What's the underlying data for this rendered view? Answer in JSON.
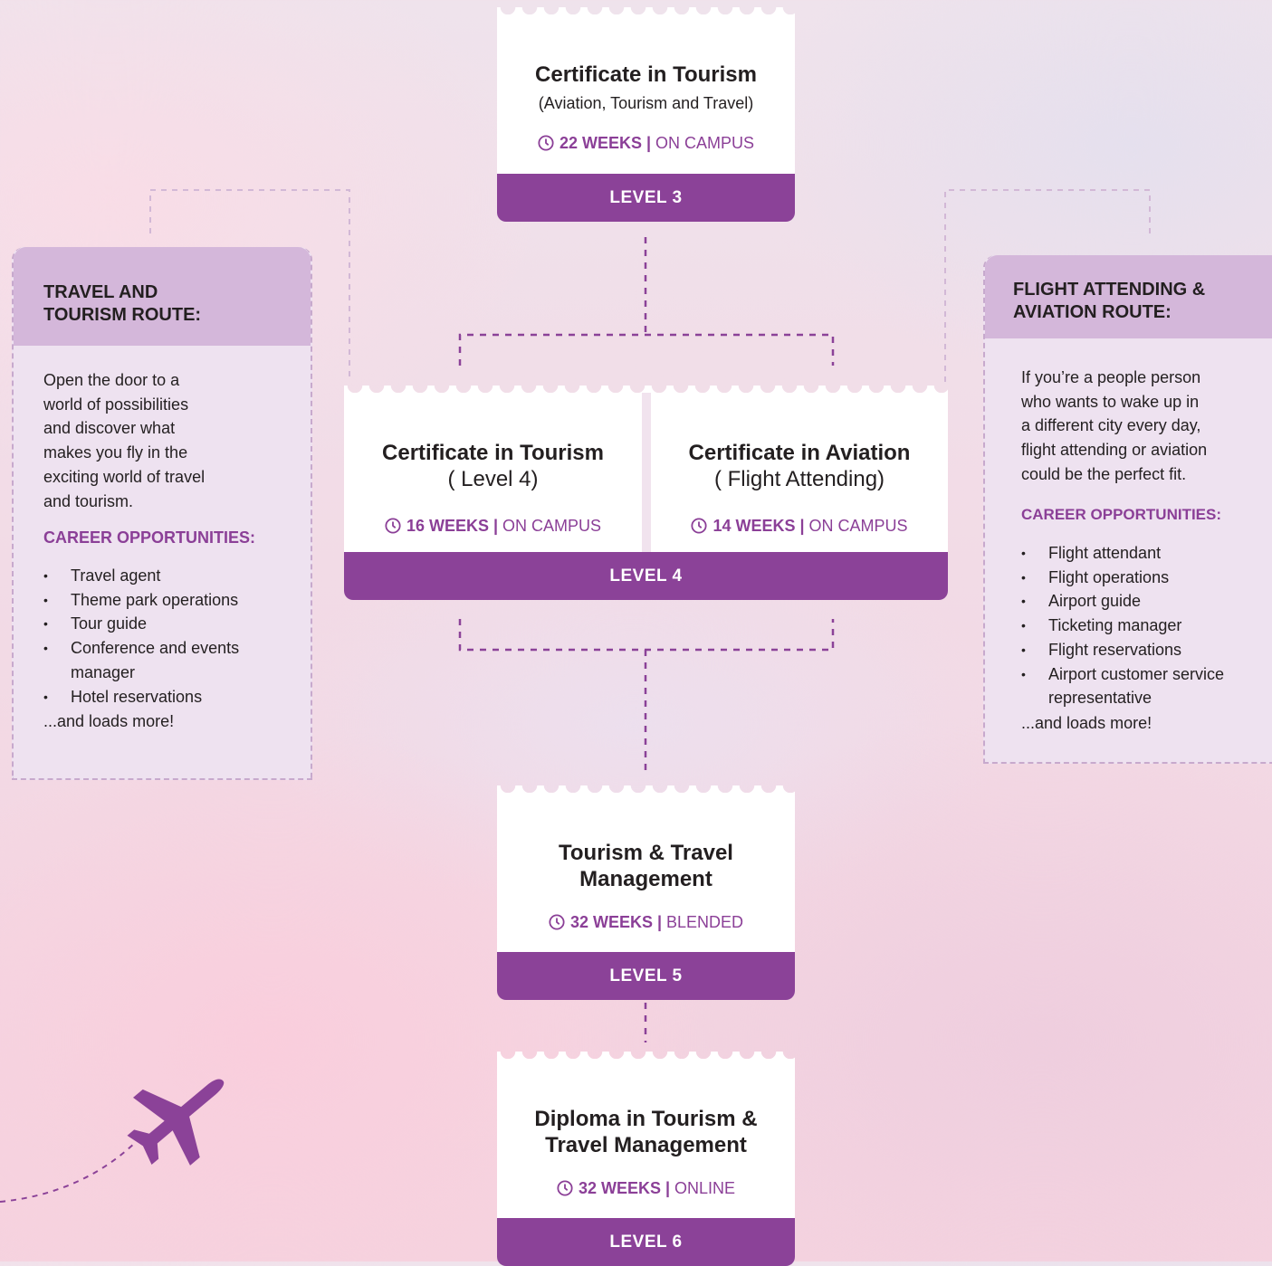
{
  "colors": {
    "accent": "#8b4298",
    "route_header": "#d4b7da",
    "route_body": "#eee2f0"
  },
  "level3": {
    "title": "Certificate in Tourism",
    "subtitle": "(Aviation, Tourism and Travel)",
    "duration": "22 WEEKS |",
    "mode": "ON CAMPUS",
    "level": "LEVEL 3"
  },
  "level4": {
    "left": {
      "title": "Certificate in Tourism",
      "subtitle": "( Level 4)",
      "duration": "16 WEEKS |",
      "mode": "ON CAMPUS"
    },
    "right": {
      "title": "Certificate in Aviation",
      "subtitle": "( Flight Attending)",
      "duration": "14 WEEKS |",
      "mode": "ON CAMPUS"
    },
    "level": "LEVEL 4"
  },
  "level5": {
    "title_line1": "Tourism & Travel",
    "title_line2": "Management",
    "duration": "32 WEEKS |",
    "mode": "BLENDED",
    "level": "LEVEL 5"
  },
  "level6": {
    "title_line1": "Diploma in Tourism &",
    "title_line2": "Travel Management",
    "duration": "32 WEEKS |",
    "mode": "ONLINE",
    "level": "LEVEL 6"
  },
  "travel_route": {
    "title_line1": "TRAVEL AND",
    "title_line2": "TOURISM ROUTE:",
    "description": [
      "Open the door to a",
      "world of possibilities",
      "and discover what",
      "makes you fly in the",
      "exciting world of travel",
      "and tourism."
    ],
    "career_heading": "CAREER OPPORTUNITIES:",
    "careers": [
      "Travel agent",
      "Theme park operations",
      "Tour guide",
      "Conference and events manager",
      "Hotel reservations"
    ],
    "more": "...and loads more!"
  },
  "flight_route": {
    "title_line1": "FLIGHT ATTENDING &",
    "title_line2": "AVIATION ROUTE:",
    "description": [
      "If you’re a people person",
      "who wants to wake up in",
      "a different city every day,",
      "flight attending or aviation",
      "could be the perfect fit."
    ],
    "career_heading": "CAREER OPPORTUNITIES:",
    "careers": [
      "Flight attendant",
      "Flight operations",
      "Airport guide",
      "Ticketing manager",
      "Flight reservations",
      "Airport customer service representative"
    ],
    "more": "...and loads more!"
  },
  "icons": {
    "duration": "clock-icon",
    "decoration": "airplane-icon"
  }
}
